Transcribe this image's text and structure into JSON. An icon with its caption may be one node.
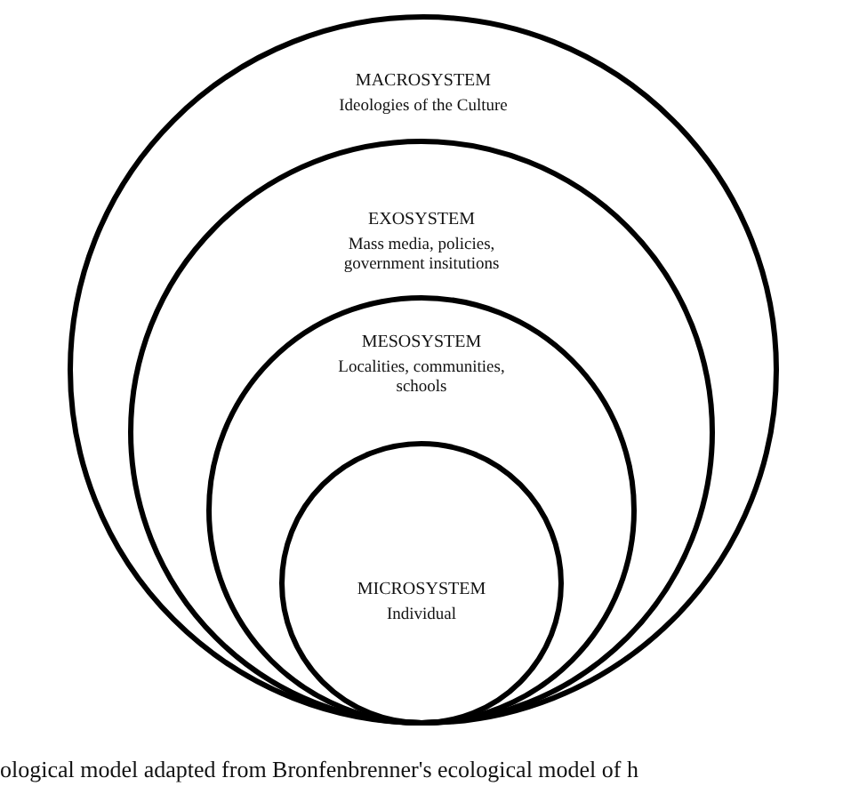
{
  "diagram": {
    "caption": "ological model adapted from Bronfenbrenner's ecological model of h",
    "nodes": [
      {
        "text": [
          "MACROSYSTEM",
          "Ideologies of the Culture"
        ]
      },
      {
        "text": [
          "EXOSYSTEM",
          "Mass media, policies, government insitutions"
        ],
        "in": 0
      },
      {
        "text": [
          "MESOSYSTEM",
          "Localities, communities, schools"
        ],
        "in": 1
      },
      {
        "text": [
          "MICROSYSTEM",
          "Individual"
        ],
        "in": 2
      }
    ]
  }
}
